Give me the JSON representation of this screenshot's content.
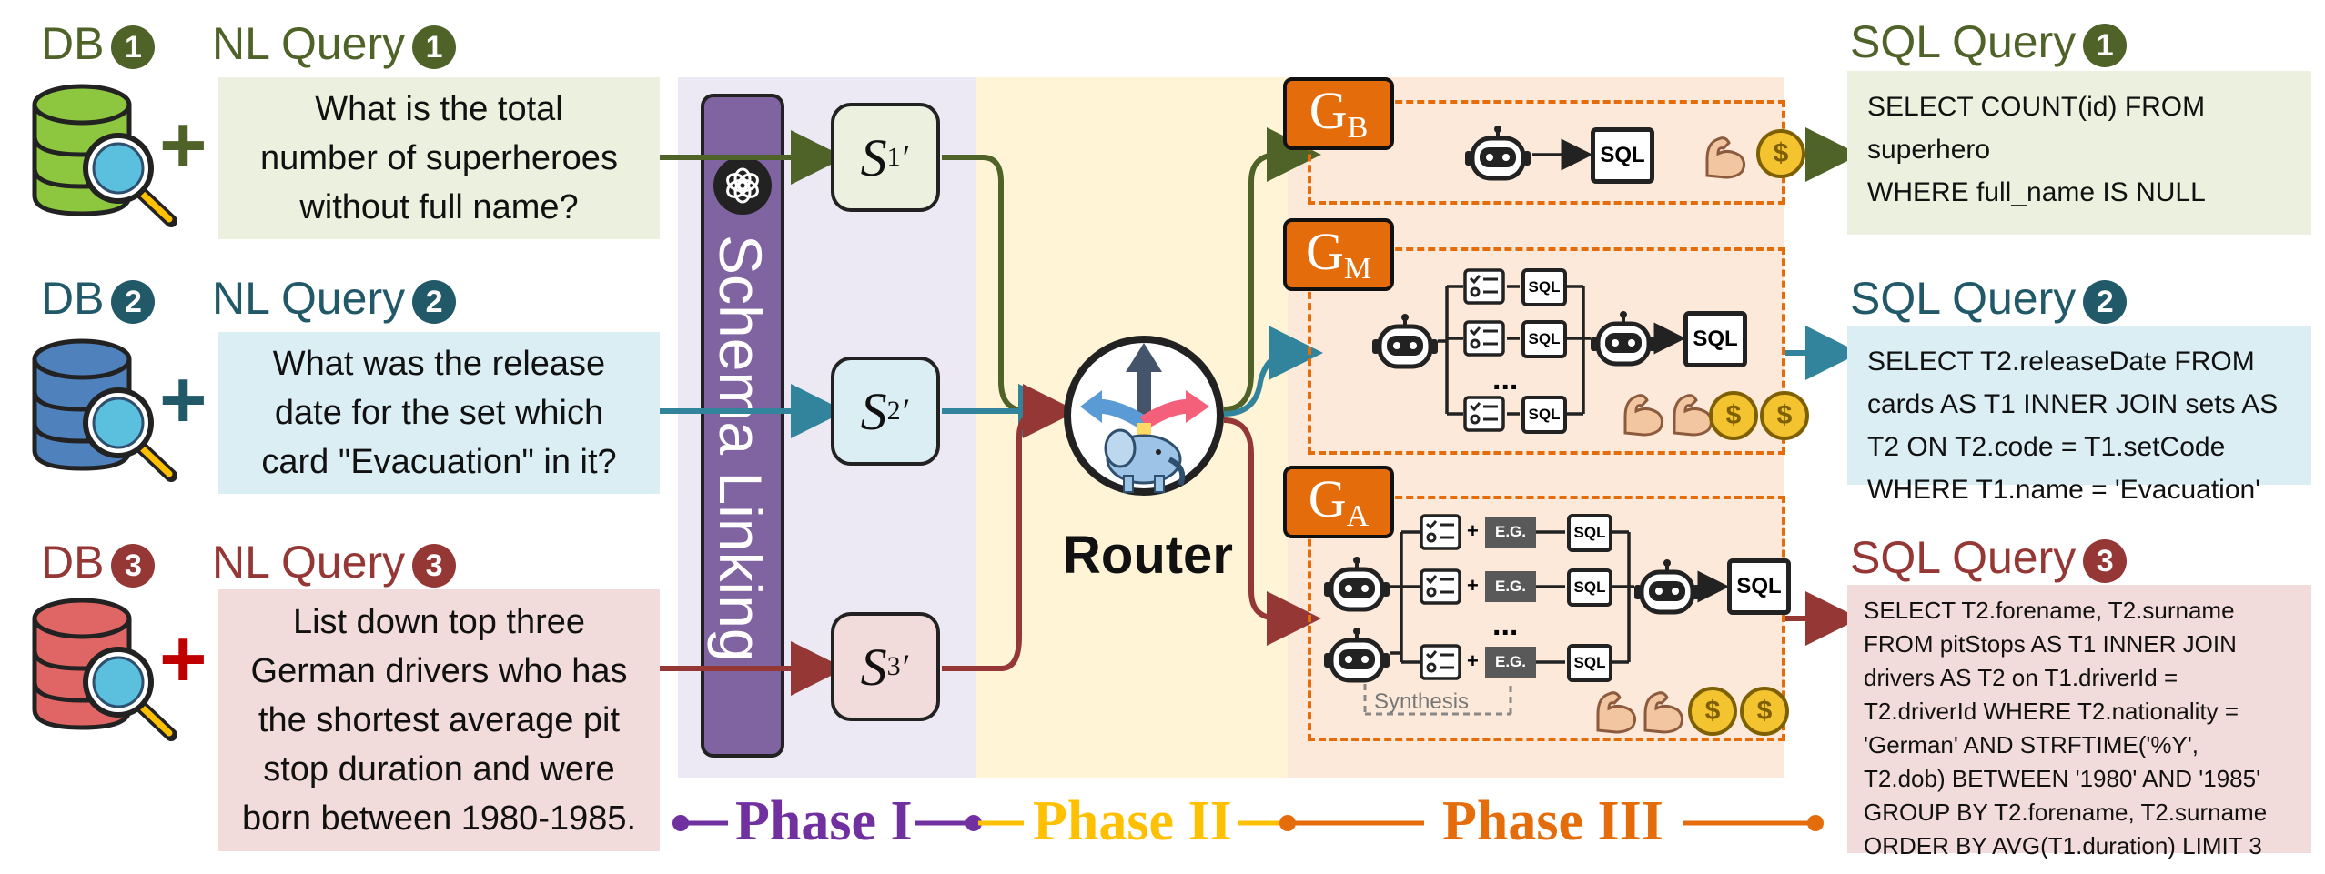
{
  "rows": [
    {
      "db_label": "DB",
      "num": "1",
      "nl_title": "NL Query",
      "nl_lines": [
        "What is the total",
        "number of superheroes",
        "without full name?"
      ],
      "sql_title": "SQL Query",
      "sql_lines": [
        "SELECT COUNT(id) FROM",
        "superhero",
        "WHERE full_name IS NULL"
      ],
      "color": "#4f6228",
      "box_color": "#ebf1de",
      "db_color": "#8dc63f",
      "plus": "+"
    },
    {
      "db_label": "DB",
      "num": "2",
      "nl_title": "NL Query",
      "nl_lines": [
        "What was the release",
        "date for the set which",
        "card \"Evacuation\" in it?"
      ],
      "sql_title": "SQL Query",
      "sql_lines": [
        "SELECT T2.releaseDate FROM",
        "cards AS T1 INNER JOIN sets AS",
        "T2 ON T2.code = T1.setCode",
        "WHERE T1.name = 'Evacuation'"
      ],
      "color": "#215968",
      "box_color": "#daeef3",
      "db_color": "#4f81bd",
      "plus": "+"
    },
    {
      "db_label": "DB",
      "num": "3",
      "nl_title": "NL Query",
      "nl_lines": [
        "List down top three",
        "German drivers who has",
        "the shortest average pit",
        "stop duration and were",
        "born between 1980-1985."
      ],
      "sql_title": "SQL Query",
      "sql_lines": [
        "SELECT T2.forename, T2.surname",
        "FROM pitStops AS T1 INNER JOIN",
        "drivers AS T2 on T1.driverId =",
        "T2.driverId WHERE T2.nationality =",
        "'German' AND STRFTIME('%Y',",
        "T2.dob) BETWEEN '1980' AND '1985'",
        "GROUP BY T2.forename, T2.surname",
        "ORDER BY AVG(T1.duration) LIMIT 3"
      ],
      "color": "#953735",
      "box_color": "#f2dcdb",
      "db_color": "#e06666",
      "plus": "+"
    }
  ],
  "schema_linking": {
    "label": "Schema Linking",
    "color": "#8064a2"
  },
  "schema_nodes": [
    {
      "letter": "S",
      "sub": "1",
      "prime": "′",
      "bg": "#ebf1de"
    },
    {
      "letter": "S",
      "sub": "2",
      "prime": "′",
      "bg": "#daeef3"
    },
    {
      "letter": "S",
      "sub": "3",
      "prime": "′",
      "bg": "#f2dcdb"
    }
  ],
  "router": {
    "label": "Router"
  },
  "generators": [
    {
      "main": "G",
      "sub": "B"
    },
    {
      "main": "G",
      "sub": "M"
    },
    {
      "main": "G",
      "sub": "A"
    }
  ],
  "icons": {
    "sql_label": "SQL",
    "eg_label": "E.G.",
    "ellipsis": "...",
    "coin_symbol": "$"
  },
  "synthesis_label": "Synthesis",
  "phases": [
    {
      "label": "Phase I",
      "color": "#7030a0"
    },
    {
      "label": "Phase II",
      "color": "#ffc000"
    },
    {
      "label": "Phase III",
      "color": "#e46c0a"
    }
  ]
}
